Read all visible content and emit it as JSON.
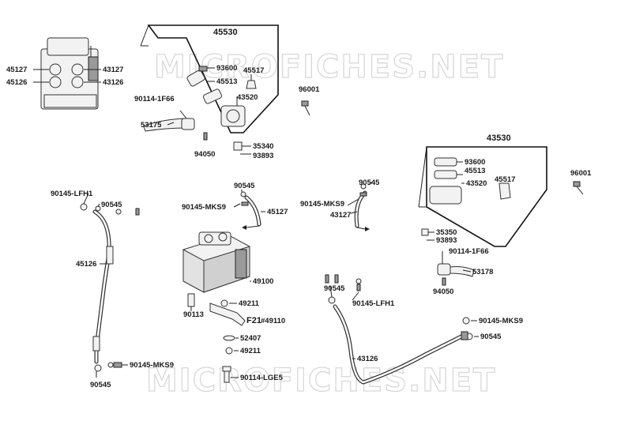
{
  "watermark": "MICROFICHES.NET",
  "kits": {
    "rear": "45530",
    "front": "43530"
  },
  "labels": {
    "l45127a": "45127",
    "l45126a": "45126",
    "l43127a": "43127",
    "l43126a": "43126",
    "l93600a": "93600",
    "l45513a": "45513",
    "l45517a": "45517",
    "l43520a": "43520",
    "l90114a": "90114-1F66",
    "l53175": "53175",
    "l94050a": "94050",
    "l35340": "35340",
    "l93893a": "93893",
    "l96001a": "96001",
    "l93600b": "93600",
    "l45513b": "45513",
    "l43520b": "43520",
    "l45517b": "45517",
    "l96001b": "96001",
    "l35350": "35350",
    "l93893b": "93893",
    "l90114b": "90114-1F66",
    "l53178": "53178",
    "l94050b": "94050",
    "l90145lfh1a": "90145-LFH1",
    "l90545a": "90545",
    "l45126b": "45126",
    "l90145mks9a": "90145-MKS9",
    "l90545b": "90545",
    "l90545c": "90545",
    "l90145mks9b": "90145-MKS9",
    "l45127b": "45127",
    "l49100": "49100",
    "l90113": "90113",
    "l49211a": "49211",
    "lf21": "F21",
    "l49110": "#49110",
    "l52407": "52407",
    "l49211b": "49211",
    "l90114lge5": "90114-LGE5",
    "l90545d": "90545",
    "l90145mks9c": "90145-MKS9",
    "l43127b": "43127",
    "l90545e": "90545",
    "l90145lfh1b": "90145-LFH1",
    "l43126b": "43126",
    "l90145mks9d": "90145-MKS9",
    "l90545f": "90545"
  }
}
